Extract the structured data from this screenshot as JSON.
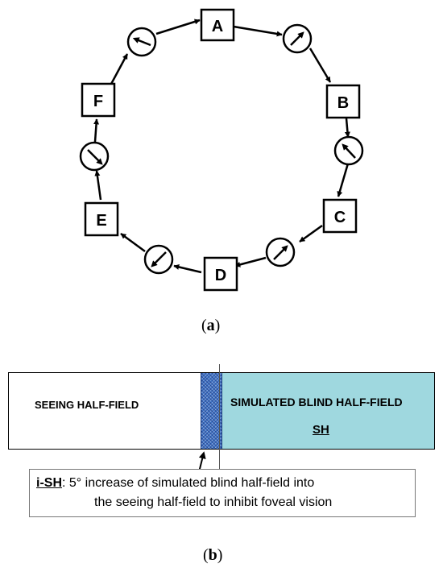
{
  "diagram_a": {
    "nodes": [
      {
        "label": "A"
      },
      {
        "label": "B"
      },
      {
        "label": "C"
      },
      {
        "label": "D"
      },
      {
        "label": "E"
      },
      {
        "label": "F"
      }
    ],
    "caption": "a"
  },
  "diagram_b": {
    "seeing_label": "SEEING HALF-FIELD",
    "blind_label": "SIMULATED BLIND HALF-FIELD",
    "sh_label": "SH",
    "note_term": "i-SH",
    "note_line1": ": 5° increase of simulated blind half-field  into",
    "note_line2": "the seeing half-field to inhibit foveal vision",
    "caption": "b",
    "colors": {
      "blind": "#9fd8df",
      "strip": "#3f73c4"
    }
  }
}
